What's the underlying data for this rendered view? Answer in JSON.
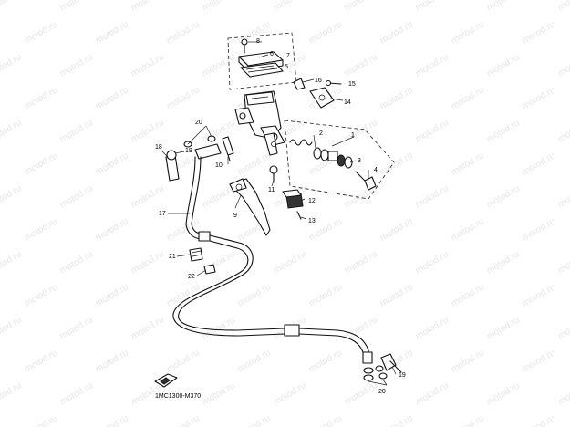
{
  "watermark": {
    "text": "motod.ru"
  },
  "diagram": {
    "code": "1MC1300-M370",
    "callouts": [
      "1",
      "2",
      "3",
      "4",
      "5",
      "6",
      "7",
      "8",
      "9",
      "10",
      "11",
      "12",
      "13",
      "14",
      "15",
      "16",
      "17",
      "18",
      "19",
      "19",
      "20",
      "20",
      "21",
      "22"
    ]
  }
}
